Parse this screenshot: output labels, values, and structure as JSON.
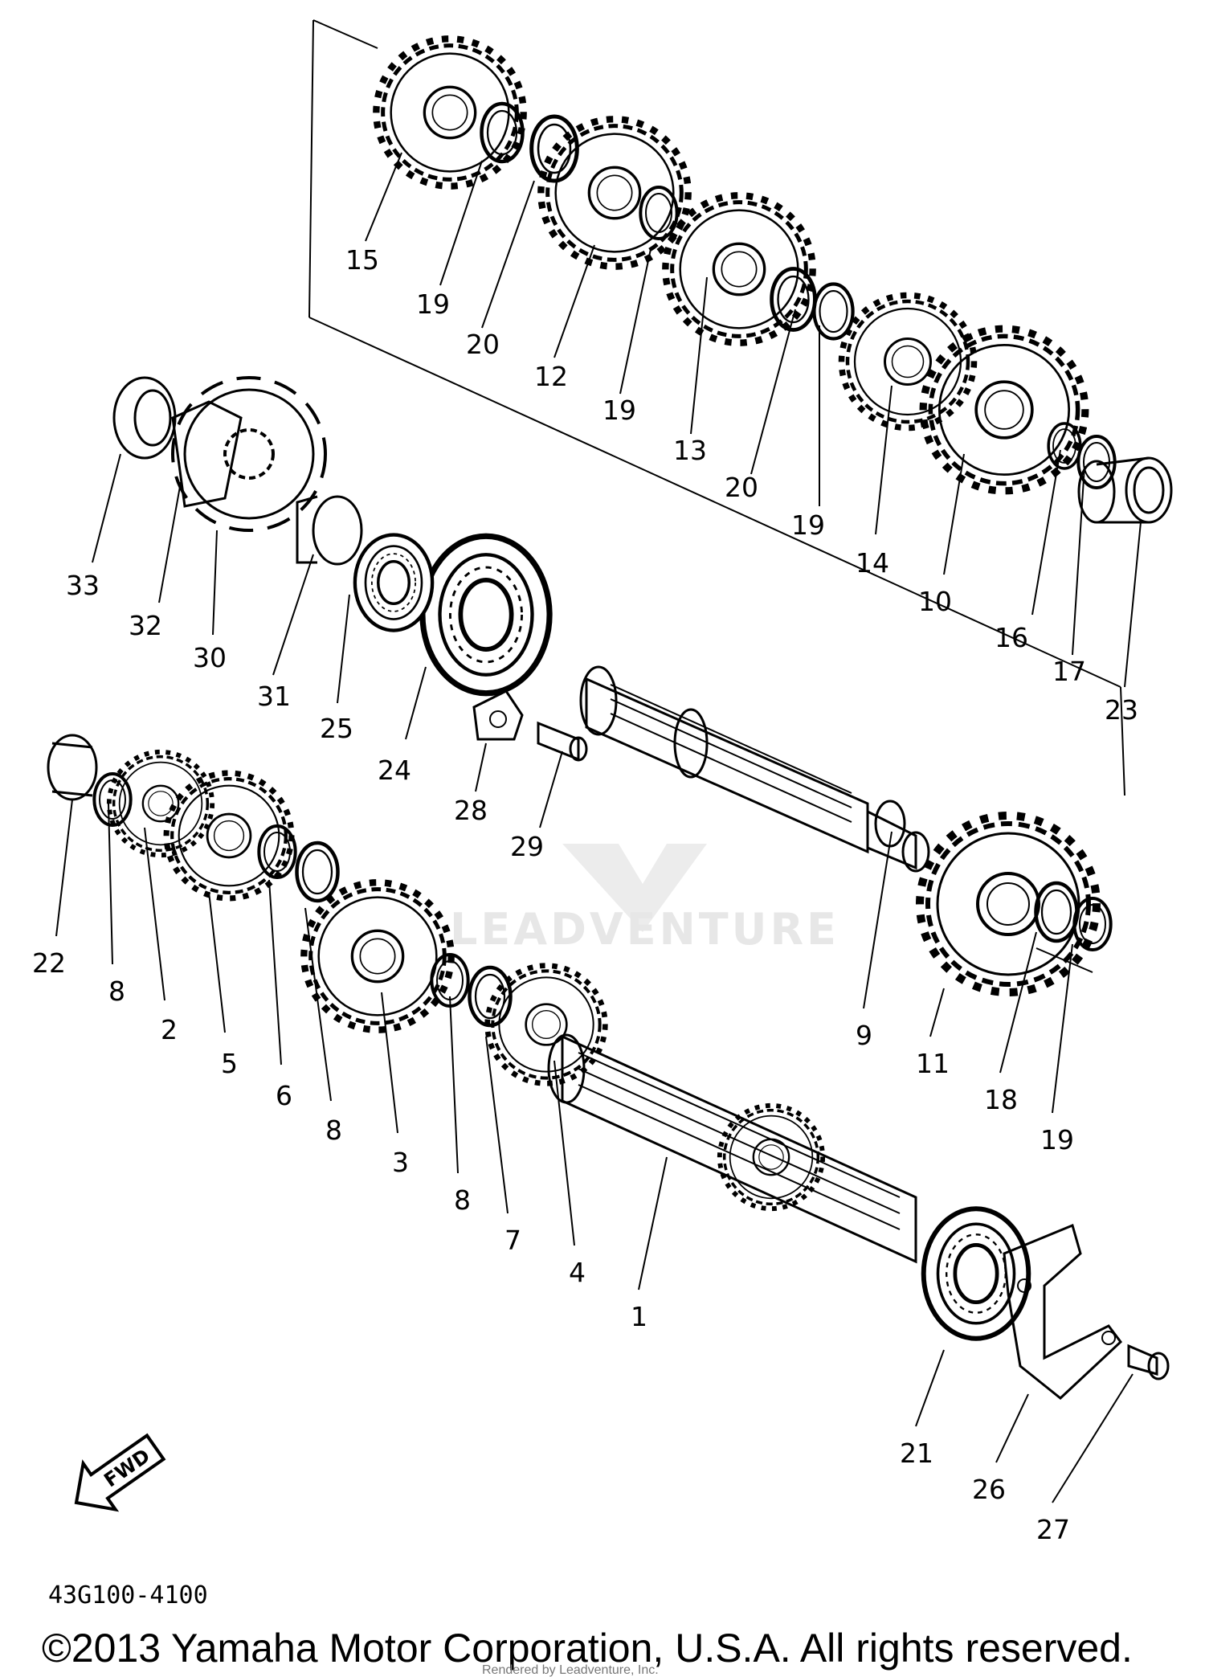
{
  "callouts": [
    {
      "id": "15",
      "text": "15"
    },
    {
      "id": "19a",
      "text": "19"
    },
    {
      "id": "20a",
      "text": "20"
    },
    {
      "id": "12",
      "text": "12"
    },
    {
      "id": "19b",
      "text": "19"
    },
    {
      "id": "13",
      "text": "13"
    },
    {
      "id": "20b",
      "text": "20"
    },
    {
      "id": "19c",
      "text": "19"
    },
    {
      "id": "14",
      "text": "14"
    },
    {
      "id": "10",
      "text": "10"
    },
    {
      "id": "16",
      "text": "16"
    },
    {
      "id": "17",
      "text": "17"
    },
    {
      "id": "23",
      "text": "23"
    },
    {
      "id": "33",
      "text": "33"
    },
    {
      "id": "32",
      "text": "32"
    },
    {
      "id": "30",
      "text": "30"
    },
    {
      "id": "31",
      "text": "31"
    },
    {
      "id": "25",
      "text": "25"
    },
    {
      "id": "24",
      "text": "24"
    },
    {
      "id": "28",
      "text": "28"
    },
    {
      "id": "29",
      "text": "29"
    },
    {
      "id": "22",
      "text": "22"
    },
    {
      "id": "8a",
      "text": "8"
    },
    {
      "id": "2",
      "text": "2"
    },
    {
      "id": "5",
      "text": "5"
    },
    {
      "id": "6",
      "text": "6"
    },
    {
      "id": "8b",
      "text": "8"
    },
    {
      "id": "3",
      "text": "3"
    },
    {
      "id": "8c",
      "text": "8"
    },
    {
      "id": "7",
      "text": "7"
    },
    {
      "id": "4",
      "text": "4"
    },
    {
      "id": "1",
      "text": "1"
    },
    {
      "id": "9",
      "text": "9"
    },
    {
      "id": "11",
      "text": "11"
    },
    {
      "id": "18",
      "text": "18"
    },
    {
      "id": "19d",
      "text": "19"
    },
    {
      "id": "21",
      "text": "21"
    },
    {
      "id": "26",
      "text": "26"
    },
    {
      "id": "27",
      "text": "27"
    }
  ],
  "fwd_label": "FWD",
  "diagram_code": "43G100-4100",
  "watermark": "LEADVENTURE",
  "copyright": "©2013 Yamaha Motor Corporation, U.S.A. All rights reserved.",
  "rendered_by": "Rendered by Leadventure, Inc."
}
